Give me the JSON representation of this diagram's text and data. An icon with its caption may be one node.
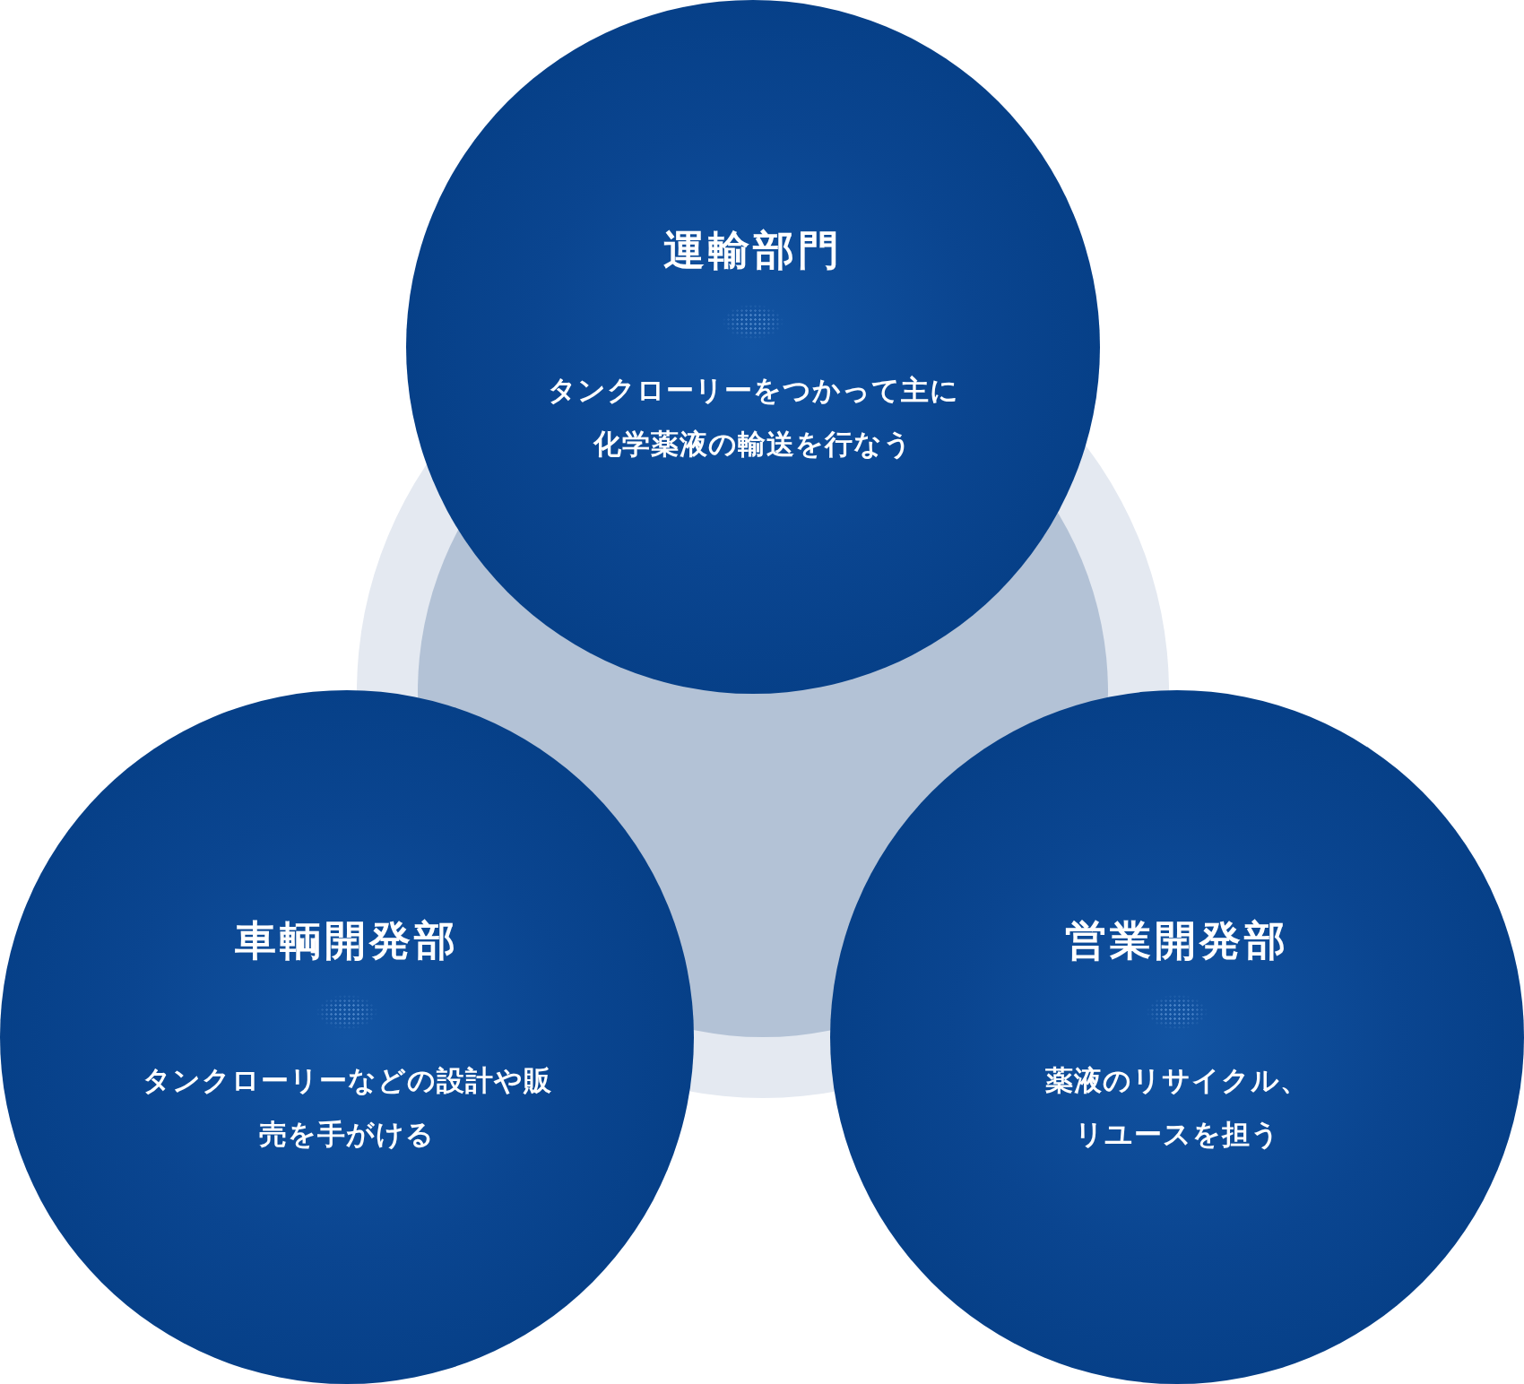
{
  "diagram": {
    "nodes": [
      {
        "text": [
          "運輸部門",
          "タンクローリーをつかって主に化学薬液の輸送を行なう"
        ]
      },
      {
        "text": [
          "車輌開発部",
          "タンクローリーなどの設計や販売を手がける"
        ]
      },
      {
        "text": [
          "営業開発部",
          "薬液のリサイクル、リユースを担う"
        ]
      }
    ]
  }
}
